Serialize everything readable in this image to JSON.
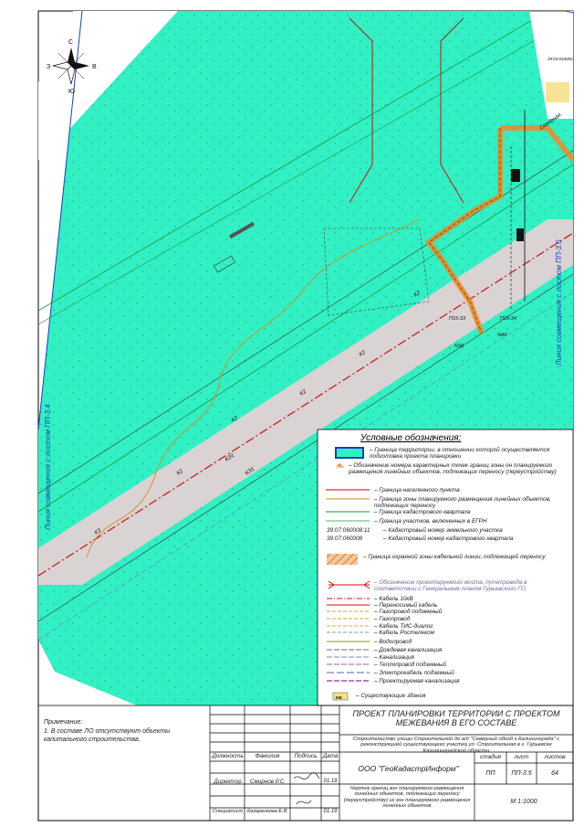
{
  "compass": {
    "north": "С",
    "south": "Ю",
    "west": "З",
    "east": "В"
  },
  "map": {
    "cadastre_top": "39:03:010005:",
    "street": "Северная",
    "match_left": "Линия совмещения с листом ПП-3.4",
    "match_right": "Линия совмещения с листом ПП-3.6",
    "points": [
      "П15-33",
      "П15-34",
      "N39",
      "N44"
    ],
    "cable_labels": [
      "К2",
      "К2",
      "К2",
      "К2",
      "К2",
      "КЭ1",
      "КЭ1",
      "К3"
    ]
  },
  "legend": {
    "title": "Условные обозначения:",
    "items": [
      "– Граница территории, в отношении которой осуществляется подготовка проекта планировки",
      "– Обозначение номера характерных точек границ зоны он планируемого размещения линейных объектов, подлежащих переносу (переустройству)",
      "– Граница населенного пункта",
      "– Граница зоны планируемого размещения линейных объектов, подлежащих переносу",
      "– Граница кадастрового квартала",
      "– Граница участков, включенных в ЕГРН",
      "– Кадастровый номер земельного участка",
      "– Кадастровый номер кадастрового квартала",
      "– Граница охранной зоны кабельной линии, подлежащей переносу",
      "– Обозначение проектируемого моста, путепровода в соответствии с Генеральным планом Гурьевского ГО",
      "– Кабель 10кВ",
      "– Переносимый кабель",
      "– Газопровод подземный",
      "– Газопровод",
      "– Кабель ТИС-диалог",
      "– Кабель Ростелеком",
      "– Водопровод",
      "– Дождевая канализация",
      "– Канализация",
      "– Теплопровод подземный",
      "– Электрокабель подземный",
      "– Проектируемая канализация",
      "– Существующие здания"
    ],
    "point_label": "1.16",
    "parcel_example": "39:07:060008:11",
    "quarter_example": "39:07:060008",
    "building_symbol": "КЖ"
  },
  "notes": {
    "title": "Примечание:",
    "text": "1. В составе ЛО отсутствуют объекты капитального строительства."
  },
  "title_block": {
    "headers": [
      "Должность",
      "Фамилия",
      "Подпись",
      "Дата"
    ],
    "rows": [
      {
        "position": "Директор",
        "name": "Смирнов Р.С.",
        "date": "01.19"
      },
      {
        "position": "Специалист",
        "name": "Казаренкова Е.В.",
        "date": "01.19"
      }
    ],
    "project_title": "ПРОЕКТ ПЛАНИРОВКИ ТЕРРИТОРИИ С ПРОЕКТОМ МЕЖЕВАНИЯ В ЕГО СОСТАВЕ",
    "object": "Строительство улицы Строительной до а/д \"Северный обход г.Калининграда\" с реконструкцией существующего участка ул. Строительная в г. Гурьевске Калининградской области",
    "company": "ООО \"ГеоКадастрИнформ\"",
    "col_stage": "стадия",
    "col_sheet": "лист",
    "col_sheets": "листов",
    "stage": "ПП",
    "sheet": "ПП-3.5",
    "sheets": "64",
    "drawing": "Чертеж границ зон планируемого размещения линейных объектов, подлежащих переносу (переустройству) из зон планируемого размещения линейных объектов",
    "scale": "М 1:1000"
  }
}
